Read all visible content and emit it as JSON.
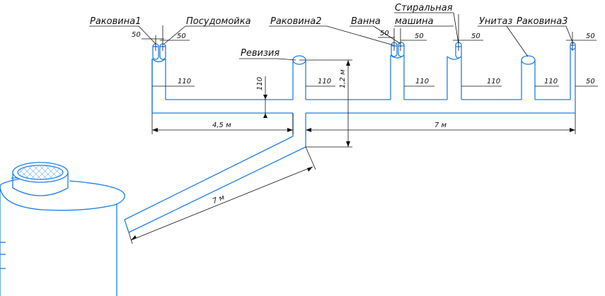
{
  "fixtures": {
    "sink1": "Раковина1",
    "dishwasher": "Посудомойка",
    "revision": "Ревизия",
    "sink2": "Раковина2",
    "bath": "Ванна",
    "washing_machine_line1": "Стиральная",
    "washing_machine_line2": "машина",
    "toilet": "Унитаз",
    "sink3": "Раковина3"
  },
  "dimensions": {
    "sink1_diameter": "50",
    "dishwasher_diameter": "50",
    "bath_diameter": "50",
    "washing_machine_diameter": "50",
    "sink3_diameter": "50",
    "main_diameter_right": "50",
    "branch_1": "110",
    "branch_2": "110",
    "branch_3": "110",
    "branch_4": "110",
    "branch_5": "110",
    "riser_110": "110",
    "riser_height": "1,2 м",
    "left_run": "4,5 м",
    "right_run": "7 м",
    "outlet_run": "7 м"
  },
  "colors": {
    "pipe": "#1a7fe8",
    "dimension": "#111111"
  }
}
